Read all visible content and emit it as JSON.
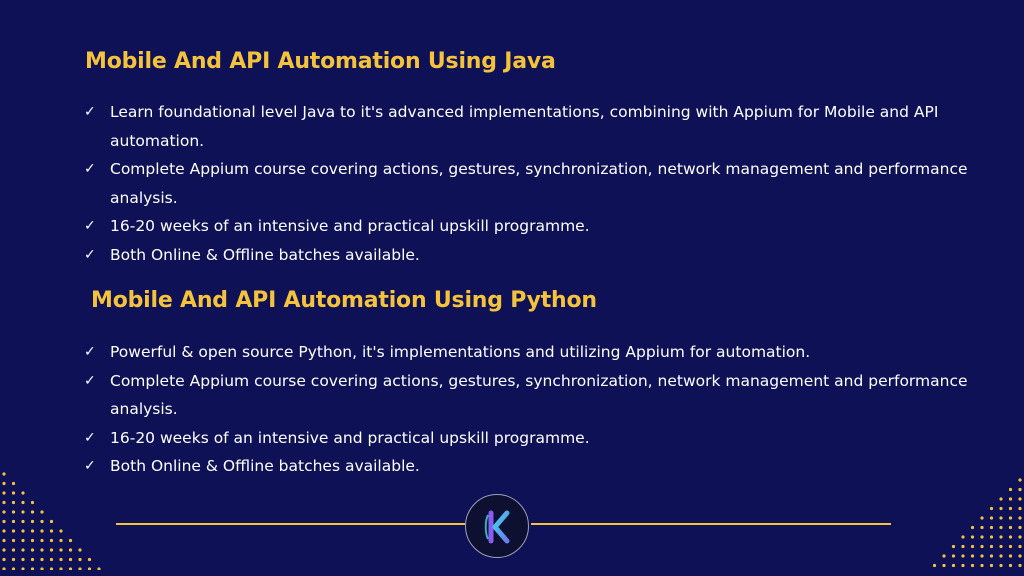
{
  "sections": [
    {
      "title": "Mobile And API Automation Using Java",
      "items": [
        "Learn foundational level Java to it's advanced implementations, combining with Appium for Mobile and API automation.",
        "Complete Appium course covering actions, gestures, synchronization, network management and performance analysis.",
        "16-20 weeks of an intensive and practical upskill programme.",
        "Both Online & Offline batches available."
      ]
    },
    {
      "title": "Mobile And API Automation Using Python",
      "items": [
        "Powerful & open source Python, it's implementations and utilizing Appium for automation.",
        "Complete Appium course covering actions, gestures, synchronization, network management and performance analysis.",
        "16-20 weeks of an intensive and practical upskill programme.",
        "Both Online & Offline batches available."
      ]
    }
  ],
  "check_glyph": "✓",
  "logo": {
    "icon": "k-logo-icon"
  },
  "colors": {
    "background": "#0e1156",
    "accent": "#f5c33b",
    "text": "#ffffff"
  }
}
